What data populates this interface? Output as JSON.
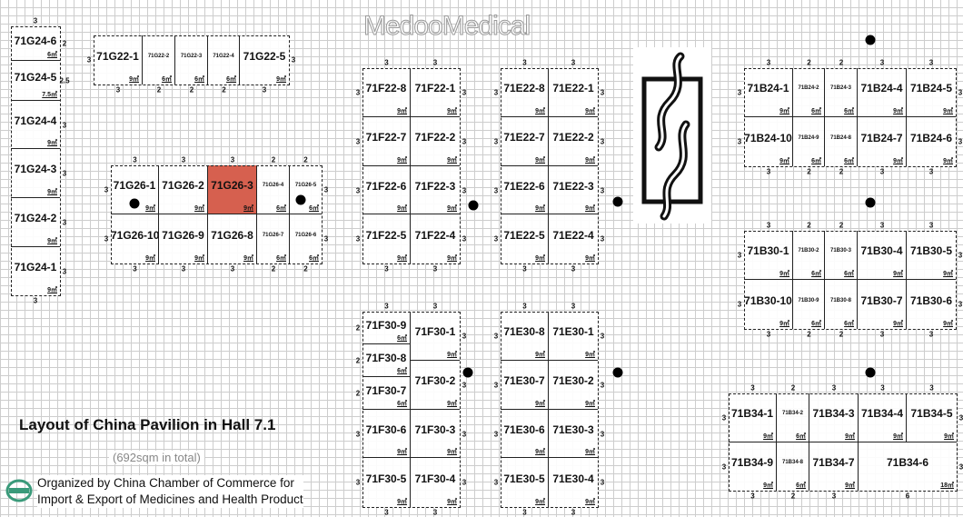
{
  "title": "Layout of China Pavilion in Hall 7.1",
  "subtitle": "(692sqm in total)",
  "organizer": [
    "Organized by China Chamber of Commerce for",
    "Import & Export of Medicines and Health Product"
  ],
  "watermark": "MedooMedical",
  "colors": {
    "highlight": "#d6604f",
    "grid": "#cdcdcd"
  },
  "blocks": {
    "G24": {
      "booths": [
        {
          "id": "71G24-6",
          "area": "6㎡"
        },
        {
          "id": "71G24-5",
          "area": "7.5㎡"
        },
        {
          "id": "71G24-4",
          "area": "9㎡"
        },
        {
          "id": "71G24-3",
          "area": "9㎡"
        },
        {
          "id": "71G24-2",
          "area": "9㎡"
        },
        {
          "id": "71G24-1",
          "area": "9㎡"
        }
      ],
      "top": [
        "3"
      ],
      "bottom": [
        "3"
      ],
      "left": [],
      "right": [
        "2",
        "2.5",
        "3",
        "3",
        "3",
        "3"
      ]
    },
    "G22": {
      "booths": [
        {
          "id": "71G22-1",
          "area": "9㎡"
        },
        {
          "id": "71G22-2",
          "area": "6㎡"
        },
        {
          "id": "71G22-3",
          "area": "6㎡"
        },
        {
          "id": "71G22-4",
          "area": "6㎡"
        },
        {
          "id": "71G22-5",
          "area": "9㎡"
        }
      ],
      "top": [],
      "bottom": [
        "3",
        "2",
        "2",
        "2",
        "3"
      ],
      "left": [
        "3"
      ],
      "right": [
        "3"
      ]
    },
    "G26": {
      "booths": [
        {
          "id": "71G26-1",
          "area": "9㎡"
        },
        {
          "id": "71G26-2",
          "area": "9㎡"
        },
        {
          "id": "71G26-3",
          "area": "9㎡",
          "highlight": true
        },
        {
          "id": "71G26-4",
          "area": "6㎡"
        },
        {
          "id": "71G26-5",
          "area": "6㎡"
        },
        {
          "id": "71G26-10",
          "area": "9㎡"
        },
        {
          "id": "71G26-9",
          "area": "9㎡"
        },
        {
          "id": "71G26-8",
          "area": "9㎡"
        },
        {
          "id": "71G26-7",
          "area": "6㎡"
        },
        {
          "id": "71G26-6",
          "area": "6㎡"
        }
      ],
      "top": [
        "3",
        "3",
        "3",
        "2",
        "2"
      ],
      "bottom": [
        "3",
        "3",
        "3",
        "2",
        "2"
      ],
      "left": [
        "3",
        "3"
      ],
      "right": [
        "3",
        "3"
      ]
    },
    "F22": {
      "booths": [
        {
          "id": "71F22-8",
          "area": "9㎡"
        },
        {
          "id": "71F22-1",
          "area": "9㎡"
        },
        {
          "id": "71F22-7",
          "area": "9㎡"
        },
        {
          "id": "71F22-2",
          "area": "9㎡"
        },
        {
          "id": "71F22-6",
          "area": "9㎡"
        },
        {
          "id": "71F22-3",
          "area": "9㎡"
        },
        {
          "id": "71F22-5",
          "area": "9㎡"
        },
        {
          "id": "71F22-4",
          "area": "9㎡"
        }
      ],
      "top": [
        "3",
        "3"
      ],
      "bottom": [
        "3",
        "3"
      ],
      "left": [
        "3",
        "3",
        "3",
        "3"
      ],
      "right": [
        "3",
        "3",
        "3",
        "3"
      ]
    },
    "E22": {
      "booths": [
        {
          "id": "71E22-8",
          "area": "9㎡"
        },
        {
          "id": "71E22-1",
          "area": "9㎡"
        },
        {
          "id": "71E22-7",
          "area": "9㎡"
        },
        {
          "id": "71E22-2",
          "area": "9㎡"
        },
        {
          "id": "71E22-6",
          "area": "9㎡"
        },
        {
          "id": "71E22-3",
          "area": "9㎡"
        },
        {
          "id": "71E22-5",
          "area": "9㎡"
        },
        {
          "id": "71E22-4",
          "area": "9㎡"
        }
      ],
      "top": [
        "3",
        "3"
      ],
      "bottom": [
        "3",
        "3"
      ],
      "left": [
        "3",
        "3",
        "3",
        "3"
      ],
      "right": [
        "3",
        "3",
        "3",
        "3"
      ]
    },
    "F30": {
      "booths": [
        {
          "id": "71F30-9",
          "area": "6㎡"
        },
        {
          "id": "71F30-8",
          "area": "6㎡"
        },
        {
          "id": "71F30-7",
          "area": "6㎡"
        },
        {
          "id": "71F30-6",
          "area": "9㎡"
        },
        {
          "id": "71F30-5",
          "area": "9㎡"
        },
        {
          "id": "71F30-1",
          "area": "9㎡"
        },
        {
          "id": "71F30-2",
          "area": "9㎡"
        },
        {
          "id": "71F30-3",
          "area": "9㎡"
        },
        {
          "id": "71F30-4",
          "area": "9㎡"
        }
      ],
      "top": [
        "3",
        "3"
      ],
      "bottom": [
        "3",
        "3"
      ],
      "left": [
        "2",
        "2",
        "2",
        "3",
        "3"
      ],
      "right": [
        "3",
        "3",
        "3",
        "3"
      ]
    },
    "E30": {
      "booths": [
        {
          "id": "71E30-8",
          "area": "9㎡"
        },
        {
          "id": "71E30-1",
          "area": "9㎡"
        },
        {
          "id": "71E30-7",
          "area": "9㎡"
        },
        {
          "id": "71E30-2",
          "area": "9㎡"
        },
        {
          "id": "71E30-6",
          "area": "9㎡"
        },
        {
          "id": "71E30-3",
          "area": "9㎡"
        },
        {
          "id": "71E30-5",
          "area": "9㎡"
        },
        {
          "id": "71E30-4",
          "area": "9㎡"
        }
      ],
      "top": [
        "3",
        "3"
      ],
      "bottom": [
        "3",
        "3"
      ],
      "left": [
        "3",
        "3",
        "3",
        "3"
      ],
      "right": [
        "3",
        "3",
        "3",
        "3"
      ]
    },
    "B24": {
      "booths": [
        {
          "id": "71B24-1",
          "area": "9㎡"
        },
        {
          "id": "71B24-2",
          "area": "6㎡"
        },
        {
          "id": "71B24-3",
          "area": "6㎡"
        },
        {
          "id": "71B24-4",
          "area": "9㎡"
        },
        {
          "id": "71B24-5",
          "area": "9㎡"
        },
        {
          "id": "71B24-10",
          "area": "9㎡"
        },
        {
          "id": "71B24-9",
          "area": "6㎡"
        },
        {
          "id": "71B24-8",
          "area": "6㎡"
        },
        {
          "id": "71B24-7",
          "area": "9㎡"
        },
        {
          "id": "71B24-6",
          "area": "9㎡"
        }
      ],
      "top": [
        "3",
        "2",
        "2",
        "3",
        "3"
      ],
      "bottom": [
        "3",
        "2",
        "2",
        "3",
        "3"
      ],
      "left": [
        "3",
        "3"
      ],
      "right": [
        "3",
        "3"
      ]
    },
    "B30": {
      "booths": [
        {
          "id": "71B30-1",
          "area": "9㎡"
        },
        {
          "id": "71B30-2",
          "area": "6㎡"
        },
        {
          "id": "71B30-3",
          "area": "6㎡"
        },
        {
          "id": "71B30-4",
          "area": "9㎡"
        },
        {
          "id": "71B30-5",
          "area": "9㎡"
        },
        {
          "id": "71B30-10",
          "area": "9㎡"
        },
        {
          "id": "71B30-9",
          "area": "6㎡"
        },
        {
          "id": "71B30-8",
          "area": "6㎡"
        },
        {
          "id": "71B30-7",
          "area": "9㎡"
        },
        {
          "id": "71B30-6",
          "area": "9㎡"
        }
      ],
      "top": [
        "3",
        "2",
        "2",
        "3",
        "3"
      ],
      "bottom": [
        "3",
        "2",
        "2",
        "3",
        "3"
      ],
      "left": [
        "3",
        "3"
      ],
      "right": [
        "3",
        "3"
      ]
    },
    "B34": {
      "booths": [
        {
          "id": "71B34-1",
          "area": "9㎡"
        },
        {
          "id": "71B34-2",
          "area": "6㎡"
        },
        {
          "id": "71B34-3",
          "area": "9㎡"
        },
        {
          "id": "71B34-4",
          "area": "9㎡"
        },
        {
          "id": "71B34-5",
          "area": "9㎡"
        },
        {
          "id": "71B34-9",
          "area": "9㎡"
        },
        {
          "id": "71B34-8",
          "area": "6㎡"
        },
        {
          "id": "71B34-7",
          "area": "9㎡"
        },
        {
          "id": "71B34-6",
          "area": "18㎡"
        }
      ],
      "top": [
        "3",
        "2",
        "3",
        "3",
        "3"
      ],
      "bottom": [
        "3",
        "2",
        "3",
        "6"
      ],
      "left": [
        "3",
        "3"
      ],
      "right": [
        "3",
        "3"
      ]
    }
  }
}
